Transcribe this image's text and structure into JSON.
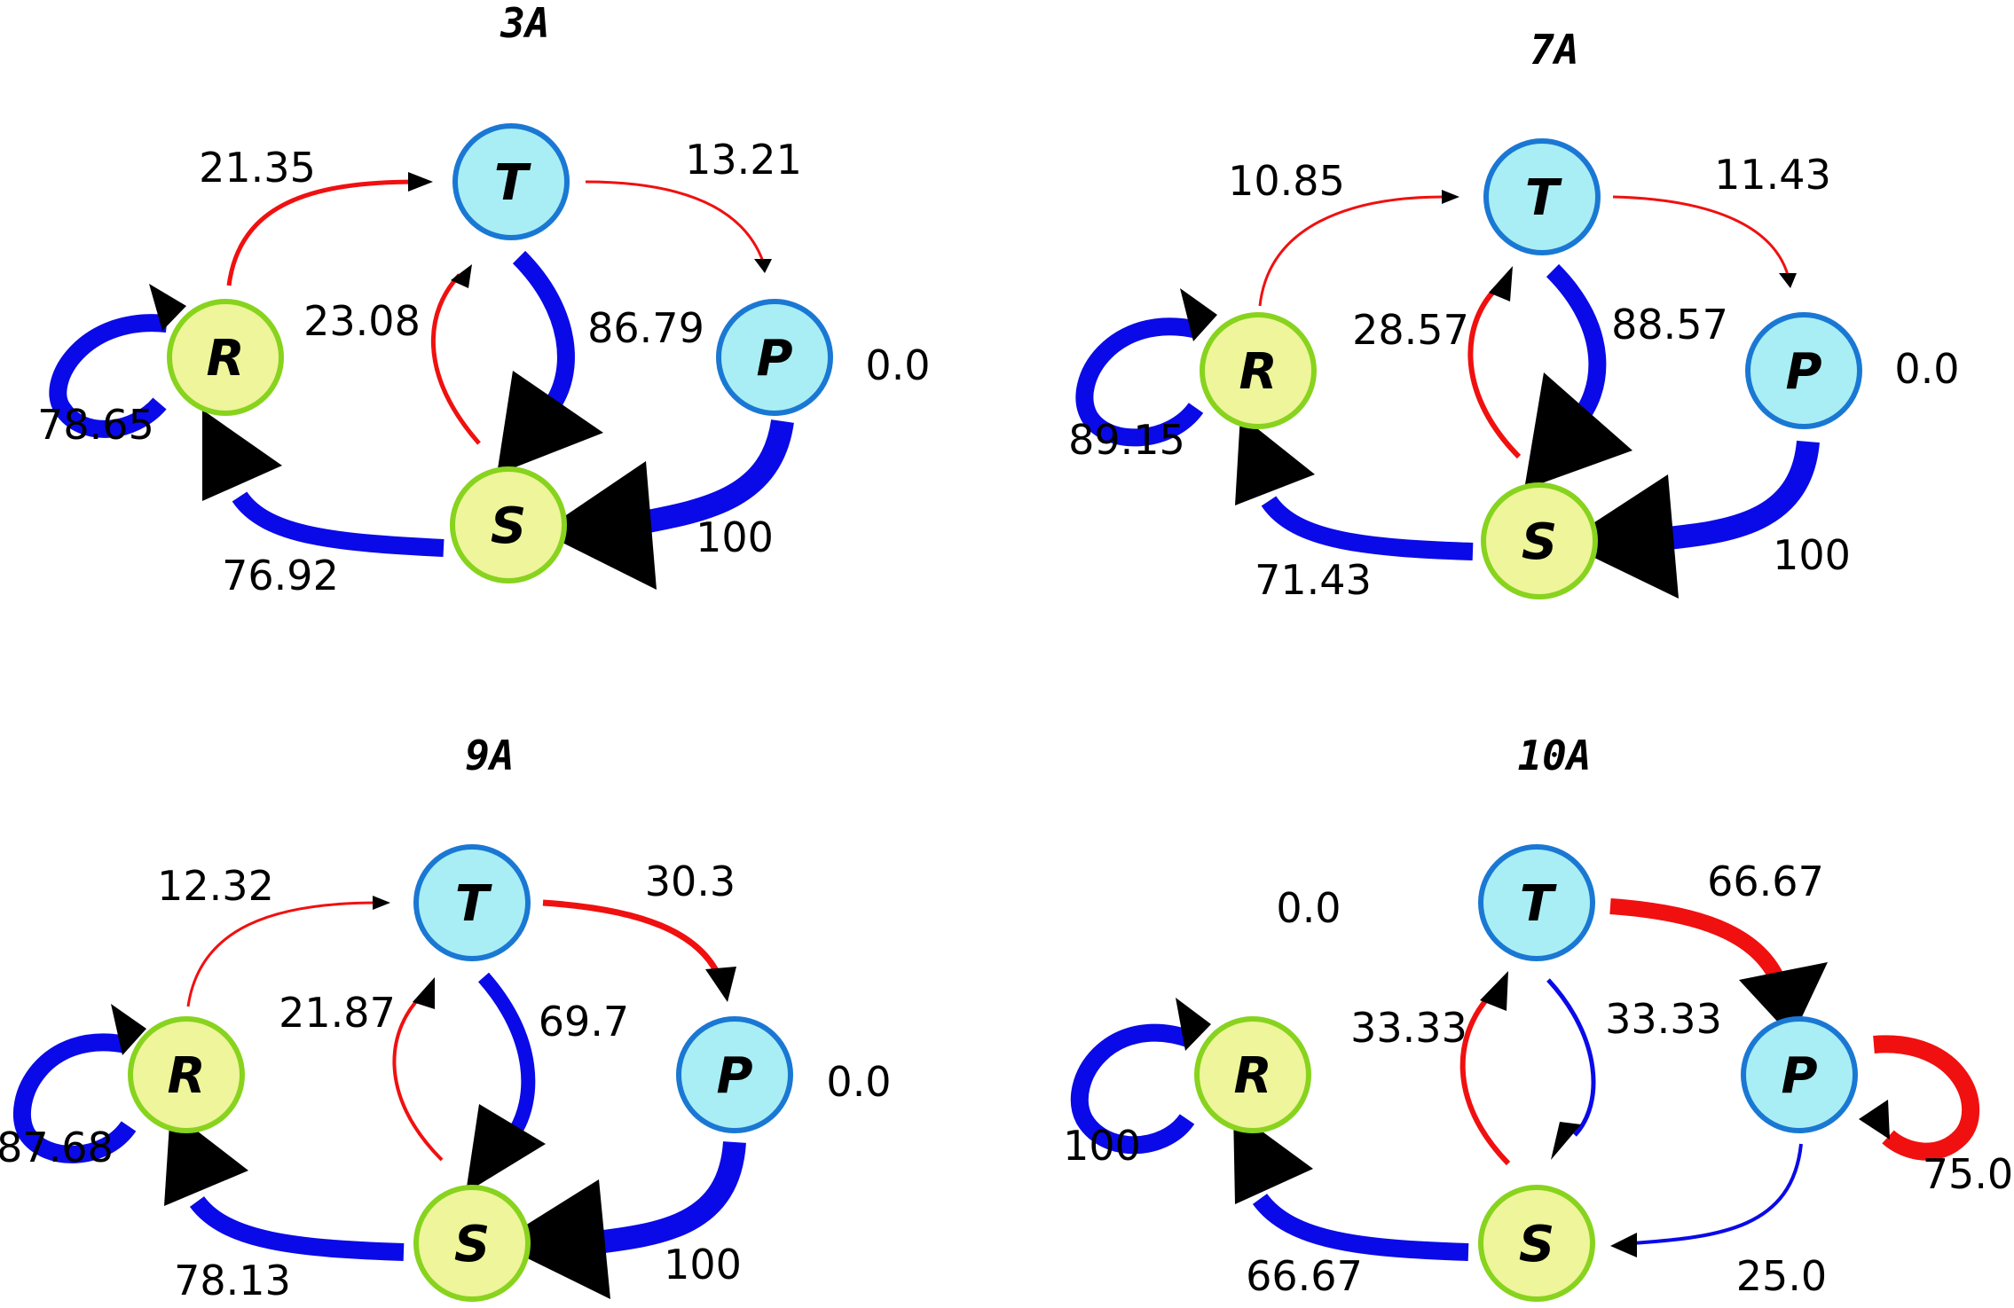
{
  "colors": {
    "node_green_fill": "#eef59a",
    "node_green_stroke": "#88d31e",
    "node_blue_fill": "#a9eef4",
    "node_blue_stroke": "#1a78d4",
    "edge_blue": "#0a0ae8",
    "edge_red": "#f01010",
    "arrowhead": "#000000"
  },
  "node_labels": {
    "R": "R",
    "T": "T",
    "P": "P",
    "S": "S"
  },
  "panels": [
    {
      "title": "3A",
      "edges": {
        "r_self": "78.65",
        "r_to_t": "21.35",
        "t_to_p": "13.21",
        "s_to_t": "23.08",
        "t_to_s": "86.79",
        "p_self": "0.0",
        "p_to_s": "100",
        "s_to_r": "76.92"
      }
    },
    {
      "title": "7A",
      "edges": {
        "r_self": "89.15",
        "r_to_t": "10.85",
        "t_to_p": "11.43",
        "s_to_t": "28.57",
        "t_to_s": "88.57",
        "p_self": "0.0",
        "p_to_s": "100",
        "s_to_r": "71.43"
      }
    },
    {
      "title": "9A",
      "edges": {
        "r_self": "87.68",
        "r_to_t": "12.32",
        "t_to_p": "30.3",
        "s_to_t": "21.87",
        "t_to_s": "69.7",
        "p_self": "0.0",
        "p_to_s": "100",
        "s_to_r": "78.13"
      }
    },
    {
      "title": "10A",
      "edges": {
        "r_self": "100",
        "r_to_t": "0.0",
        "t_to_p": "66.67",
        "s_to_t": "33.33",
        "t_to_s": "33.33",
        "p_self": "75.0",
        "p_to_s": "25.0",
        "s_to_r": "66.67"
      }
    }
  ]
}
